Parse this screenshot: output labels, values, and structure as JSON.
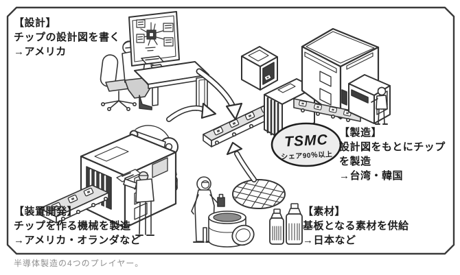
{
  "labels": {
    "design": {
      "title": "【設計】",
      "lines": [
        "チップの設計図を書く",
        "→アメリカ"
      ]
    },
    "manufacturing": {
      "title": "【製造】",
      "lines": [
        "設計図をもとにチップ",
        "を製造",
        "→台湾・韓国"
      ]
    },
    "equipment": {
      "title": "【装置開発】",
      "lines": [
        "チップを作る機械を製造",
        "→アメリカ・オランダなど"
      ]
    },
    "materials": {
      "title": "【素材】",
      "lines": [
        "基板となる素材を供給",
        "→日本など"
      ]
    }
  },
  "tsmc": {
    "name": "TSMC",
    "share": "シェア90％以上"
  },
  "caption": "半導体製造の4つのプレイヤー。",
  "colors": {
    "line": "#333333",
    "shade": "#e0e0e0",
    "dark": "#3d3d3d",
    "caption": "#8f8f8f",
    "bubble_fill": "#ededed",
    "frame": "#3a3a3a"
  }
}
